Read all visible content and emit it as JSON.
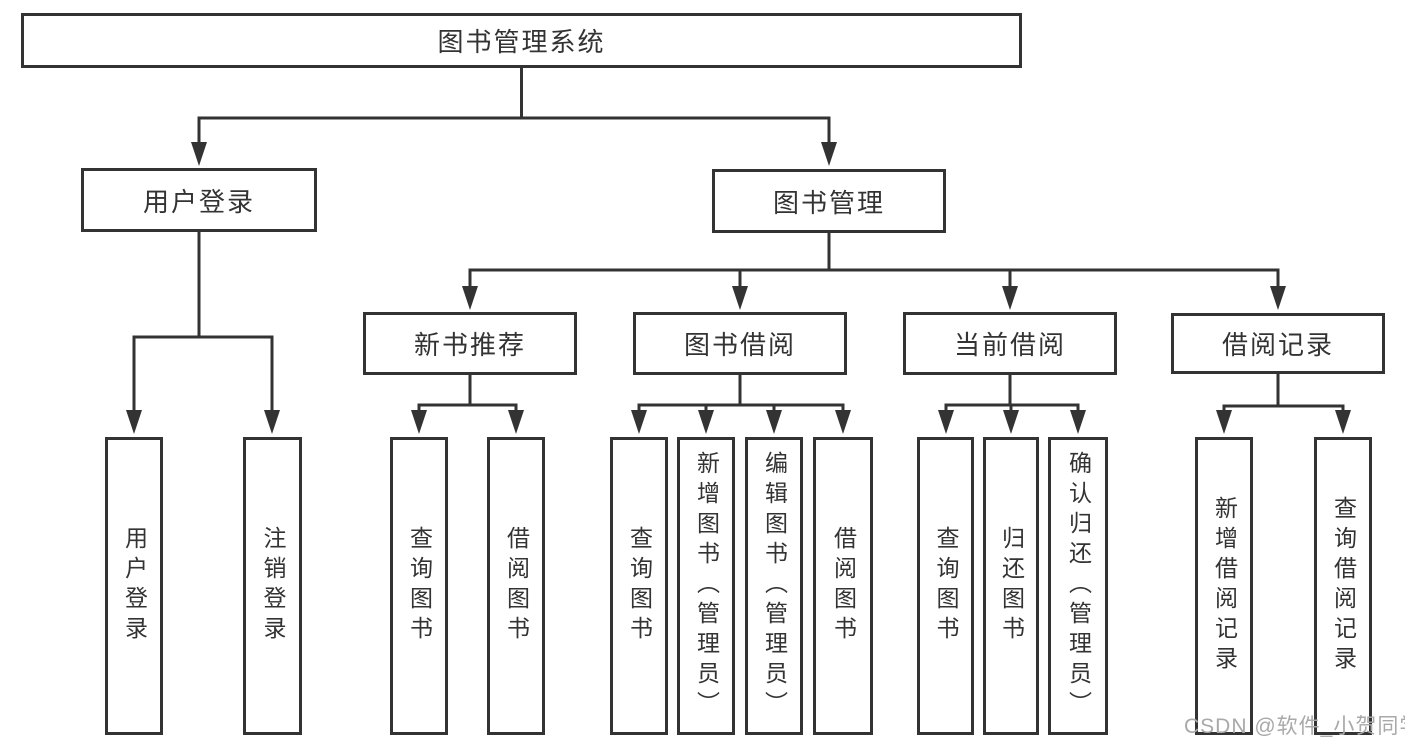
{
  "diagram": {
    "root": {
      "label": "图书管理系统"
    },
    "user_login": {
      "label": "用户登录",
      "children": {
        "login": {
          "label": "用户登录"
        },
        "logout": {
          "label": "注销登录"
        }
      }
    },
    "book_management": {
      "label": "图书管理",
      "children": {
        "new_book_recommend": {
          "label": "新书推荐",
          "children": {
            "query_books": {
              "label": "查询图书"
            },
            "borrow_books": {
              "label": "借阅图书"
            }
          }
        },
        "book_borrowing": {
          "label": "图书借阅",
          "children": {
            "query_books": {
              "label": "查询图书"
            },
            "add_books": {
              "label": "新增图书（管理员）"
            },
            "edit_books": {
              "label": "编辑图书（管理员）"
            },
            "borrow_books": {
              "label": "借阅图书"
            }
          }
        },
        "current_borrowing": {
          "label": "当前借阅",
          "children": {
            "query_books": {
              "label": "查询图书"
            },
            "return_books": {
              "label": "归还图书"
            },
            "confirm_return": {
              "label": "确认归还（管理员）"
            }
          }
        },
        "borrowing_records": {
          "label": "借阅记录",
          "children": {
            "add_record": {
              "label": "新增借阅记录"
            },
            "query_record": {
              "label": "查询借阅记录"
            }
          }
        }
      }
    }
  },
  "watermark": {
    "text": "CSDN @软件_小贺同学"
  },
  "colors": {
    "line": "#333333",
    "background": "#ffffff",
    "watermark": "#a9a9a9"
  }
}
